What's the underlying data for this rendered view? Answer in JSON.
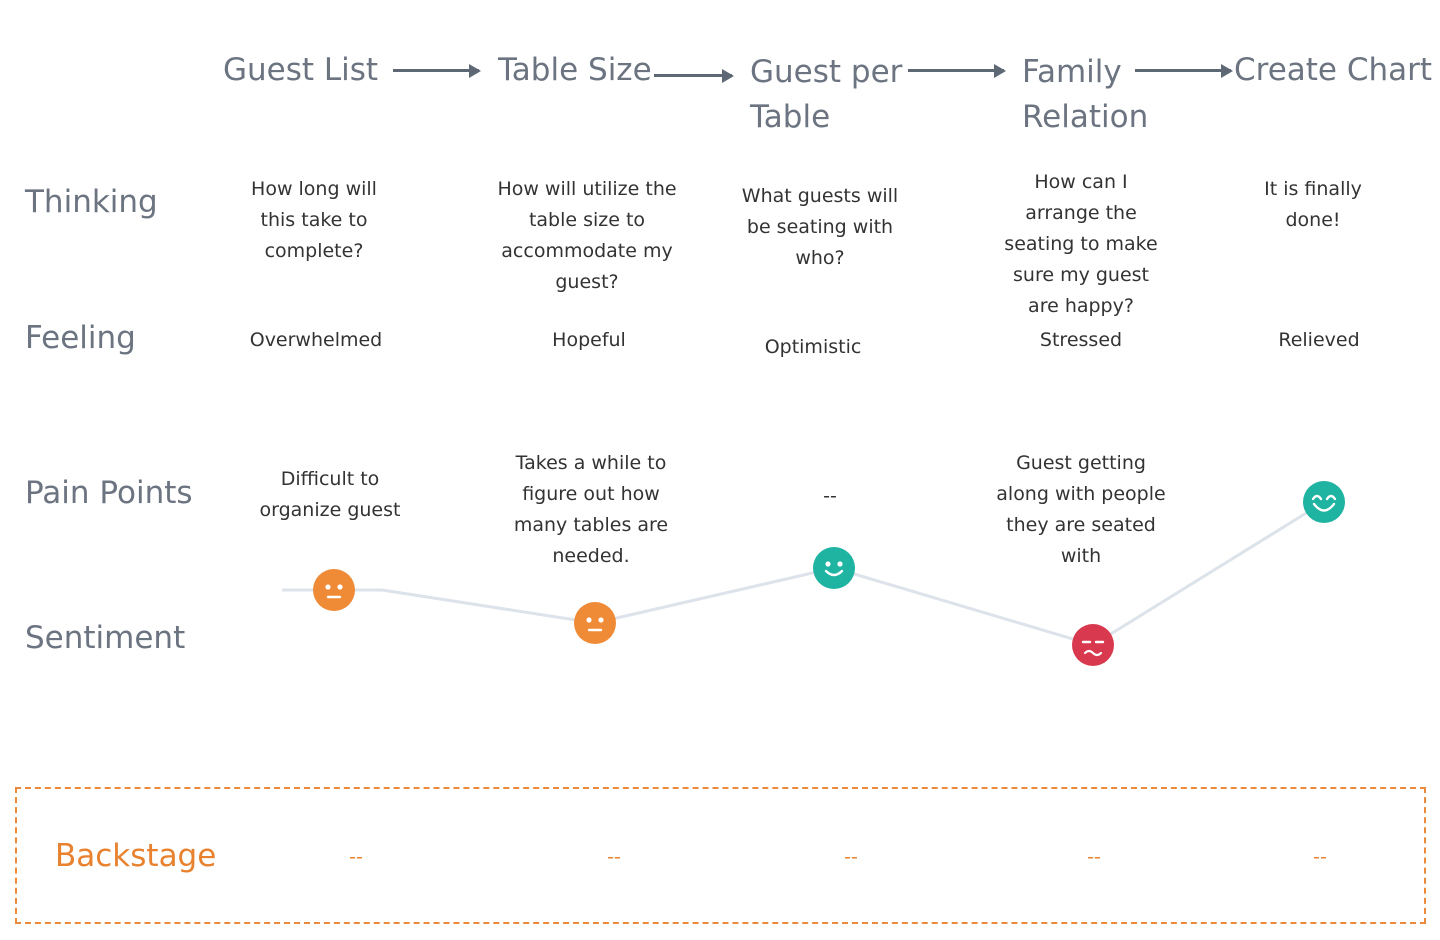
{
  "stages": [
    {
      "label": "Guest List"
    },
    {
      "label": "Table Size"
    },
    {
      "label": "Guest per Table"
    },
    {
      "label": "Family Relation"
    },
    {
      "label": "Create Chart"
    }
  ],
  "rows": {
    "thinking": "Thinking",
    "feeling": "Feeling",
    "pain_points": "Pain Points",
    "sentiment": "Sentiment"
  },
  "thinking": [
    "How long will this take to complete?",
    "How will utilize the table size to accommodate my guest?",
    "What guests will be seating with who?",
    "How can I arrange the seating to make sure my guest are happy?",
    "It is finally done!"
  ],
  "feeling": [
    "Overwhelmed",
    "Hopeful",
    "Optimistic",
    "Stressed",
    "Relieved"
  ],
  "pain_points": [
    "Difficult to organize guest",
    "Takes a while to figure out how many tables are needed.",
    "--",
    "Guest getting along with people they are seated with",
    "--"
  ],
  "backstage": {
    "label": "Backstage",
    "values": [
      "--",
      "--",
      "--",
      "--",
      "--"
    ]
  },
  "sentiment": {
    "levels": [
      {
        "stage": "Guest List",
        "mood": "neutral",
        "score": 0.5,
        "color": "#ef8a36",
        "icon": "neutral-face-icon"
      },
      {
        "stage": "Table Size",
        "mood": "neutral",
        "score": 0.35,
        "color": "#ef8a36",
        "icon": "neutral-face-icon"
      },
      {
        "stage": "Guest per Table",
        "mood": "happy",
        "score": 0.6,
        "color": "#1fb3a2",
        "icon": "smile-face-icon"
      },
      {
        "stage": "Family Relation",
        "mood": "upset",
        "score": 0.25,
        "color": "#d9394e",
        "icon": "upset-face-icon"
      },
      {
        "stage": "Create Chart",
        "mood": "very-happy",
        "score": 0.9,
        "color": "#1fb3a2",
        "icon": "grin-face-icon"
      }
    ],
    "line_color": "#dde3ea"
  },
  "colors": {
    "stage_text": "#6b7480",
    "arrow": "#5e6874",
    "backstage": "#e8822f"
  }
}
